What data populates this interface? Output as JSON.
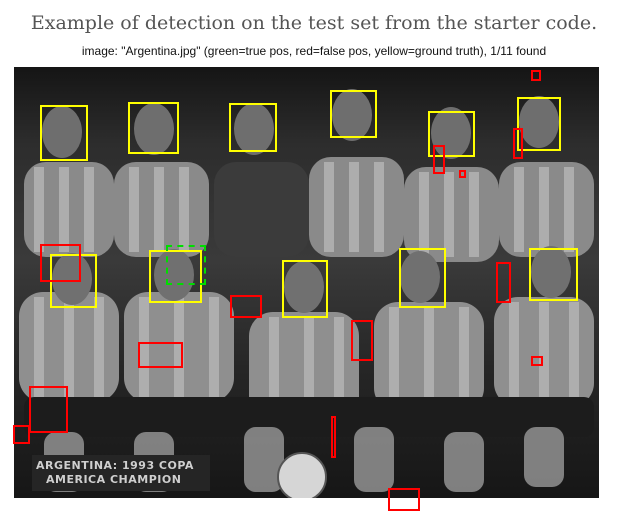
{
  "page": {
    "caption": "Example of detection on the test set from the starter code."
  },
  "figure": {
    "title": "image: \"Argentina.jpg\" (green=true pos, red=false pos, yellow=ground truth), 1/11 found",
    "banner": {
      "line1": "ARGENTINA: 1993 COPA",
      "line2": "AMERICA CHAMPION"
    }
  },
  "legend": {
    "true_positive": {
      "label": "true pos",
      "color": "#00dd00"
    },
    "false_positive": {
      "label": "false pos",
      "color": "#ff0000"
    },
    "ground_truth": {
      "label": "ground truth",
      "color": "#ffff00"
    }
  },
  "stats": {
    "found": 1,
    "total": 11
  }
}
